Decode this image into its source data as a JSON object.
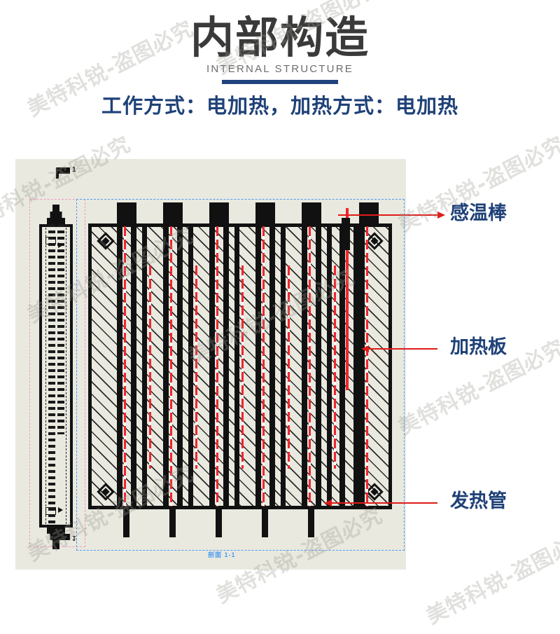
{
  "header": {
    "title": "内部构造",
    "subtitle_en": "INTERNAL STRUCTURE",
    "work_mode_text": "工作方式：电加热，加热方式：电加热",
    "accent_color": "#20437e",
    "title_color": "#3a3a3a"
  },
  "watermark": {
    "text": "美特科锐-盗图必究",
    "color": "#9a9a90"
  },
  "diagram": {
    "panel_background": "#e9e9e0",
    "section_caption": "剖面 1-1",
    "section_marker_letter": "1",
    "colors": {
      "outline": "#111111",
      "heating_tube": "#f0262e",
      "pink_dashed_box": "#f49ac1",
      "blue_dashed_box": "#4d9bf0",
      "hatch": "#2a2a2a"
    },
    "views": {
      "left_elevation_name": "side-elevation-view",
      "main_section_name": "cross-section-view"
    }
  },
  "callouts": [
    {
      "label": "感温棒",
      "name": "callout-temperature-sensor-rod",
      "color": "#1f4178",
      "arrow_color": "#e01b17"
    },
    {
      "label": "加热板",
      "name": "callout-heating-plate",
      "color": "#1f4178",
      "arrow_color": "#e01b17"
    },
    {
      "label": "发热管",
      "name": "callout-heating-tube",
      "color": "#1f4178",
      "arrow_color": "#e01b17"
    }
  ]
}
